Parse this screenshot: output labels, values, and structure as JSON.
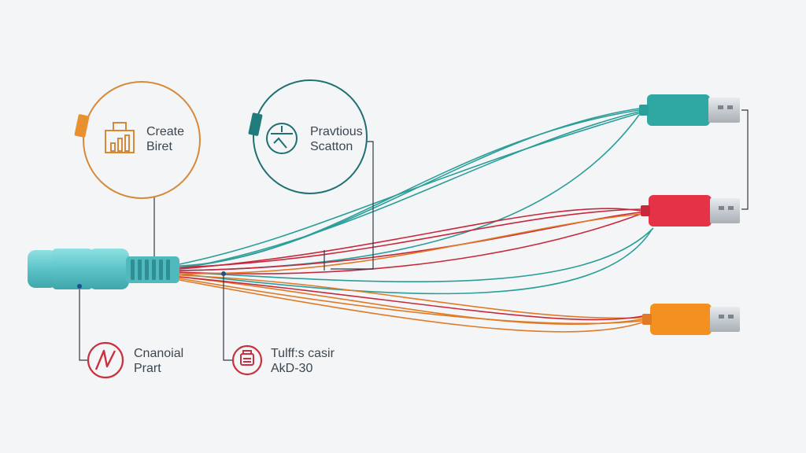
{
  "callouts": {
    "top_left": {
      "line1": "Create",
      "line2": "Biret",
      "icon": "shopping-bag-chart-icon",
      "color": "#d58a3a"
    },
    "top_center": {
      "line1": "Pravtious",
      "line2": "Scatton",
      "icon": "gauge-icon",
      "color": "#1f6f73"
    },
    "bottom_left": {
      "line1": "Cnanoial",
      "line2": "Prart",
      "icon": "pulse-icon",
      "color": "#c93140"
    },
    "bottom_center": {
      "line1": "Tulff:s casir",
      "line2": "AkD-30",
      "icon": "machine-icon",
      "color": "#c93140"
    }
  },
  "connectors": {
    "main_plug": {
      "color": "#5cc4c8",
      "icon": "round-connector"
    },
    "usb_teal": {
      "color": "#2fa7a2",
      "icon": "usb-plug-icon"
    },
    "usb_red": {
      "color": "#e63247",
      "icon": "usb-plug-icon"
    },
    "usb_orange": {
      "color": "#f4901f",
      "icon": "usb-plug-icon"
    }
  },
  "wire_colors": {
    "teal": "#2b9e99",
    "red": "#c8283c",
    "orange": "#e07a26"
  }
}
